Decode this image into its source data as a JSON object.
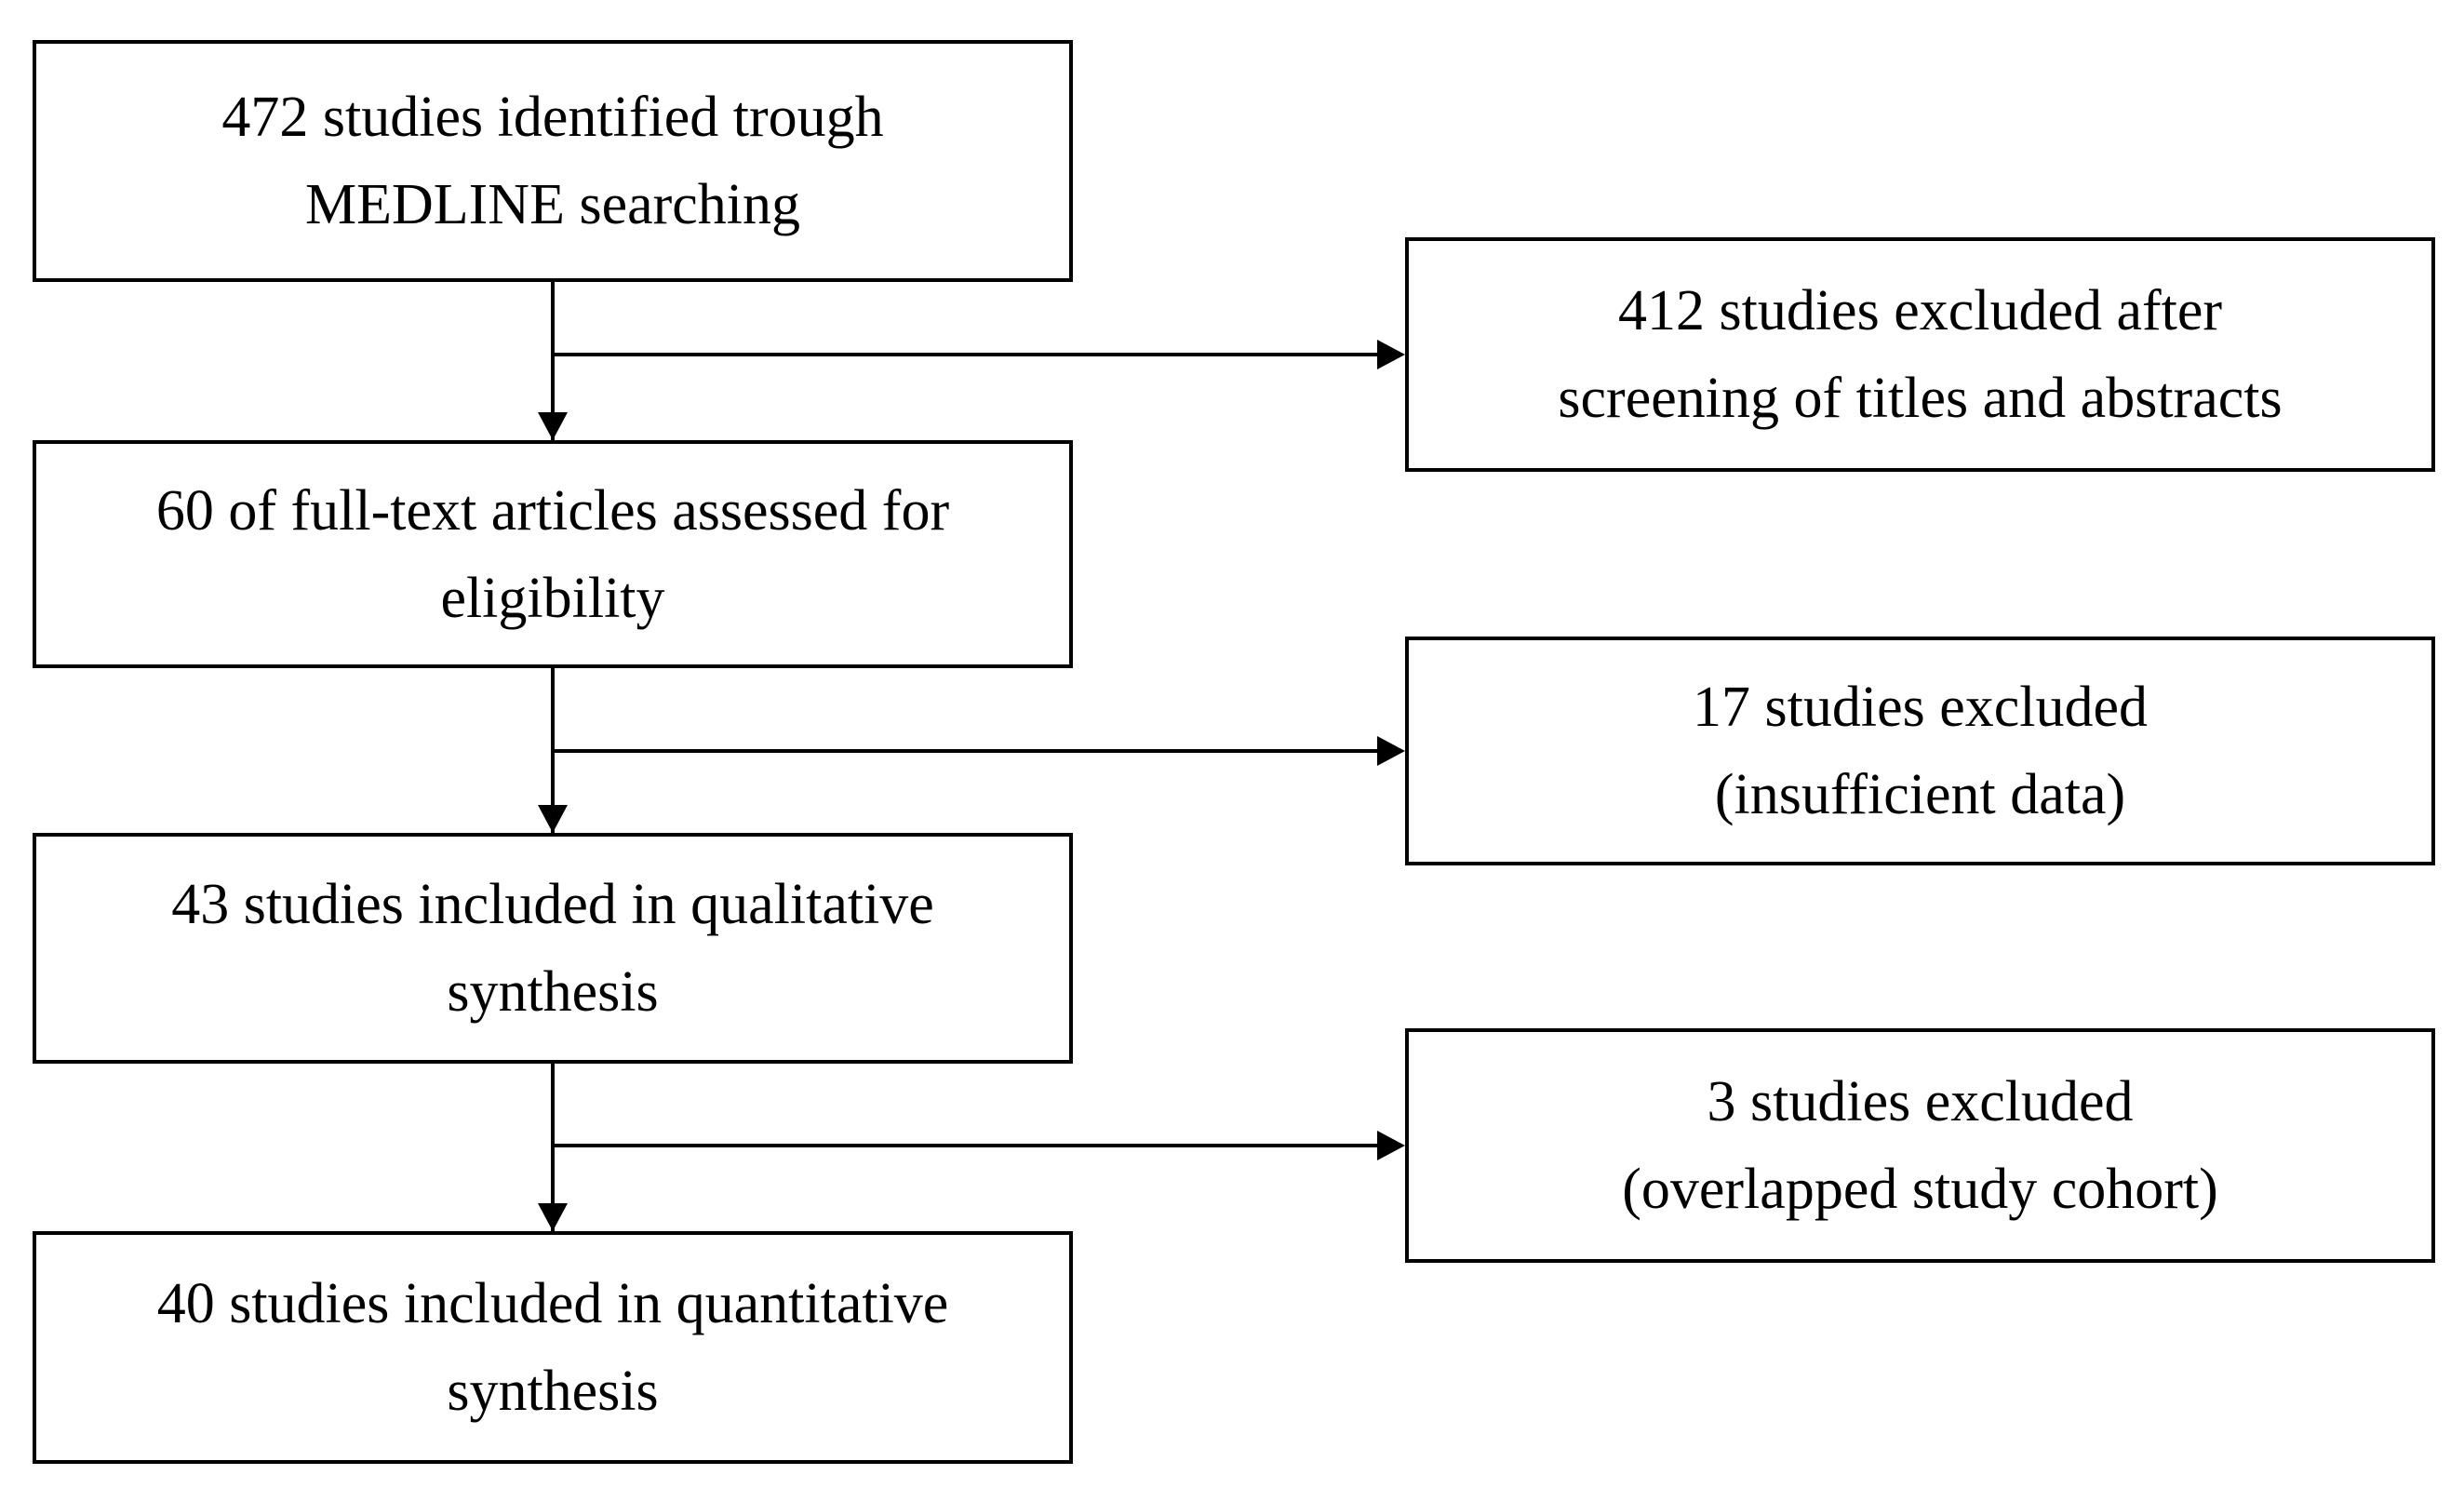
{
  "colors": {
    "background": "#ffffff",
    "line": "#000000",
    "text": "#000000"
  },
  "flow_boxes": [
    {
      "lines": [
        "472 studies identified trough",
        "MEDLINE searching"
      ]
    },
    {
      "lines": [
        "60 of full-text articles assessed for",
        "eligibility"
      ]
    },
    {
      "lines": [
        "43 studies included in qualitative",
        "synthesis"
      ]
    },
    {
      "lines": [
        "40 studies included in quantitative",
        "synthesis"
      ]
    }
  ],
  "exclusion_boxes": [
    {
      "lines": [
        "412 studies excluded after",
        "screening of titles and abstracts"
      ]
    },
    {
      "lines": [
        "17 studies excluded",
        "(insufficient data)"
      ]
    },
    {
      "lines": [
        "3 studies excluded",
        "(overlapped study cohort)"
      ]
    }
  ]
}
